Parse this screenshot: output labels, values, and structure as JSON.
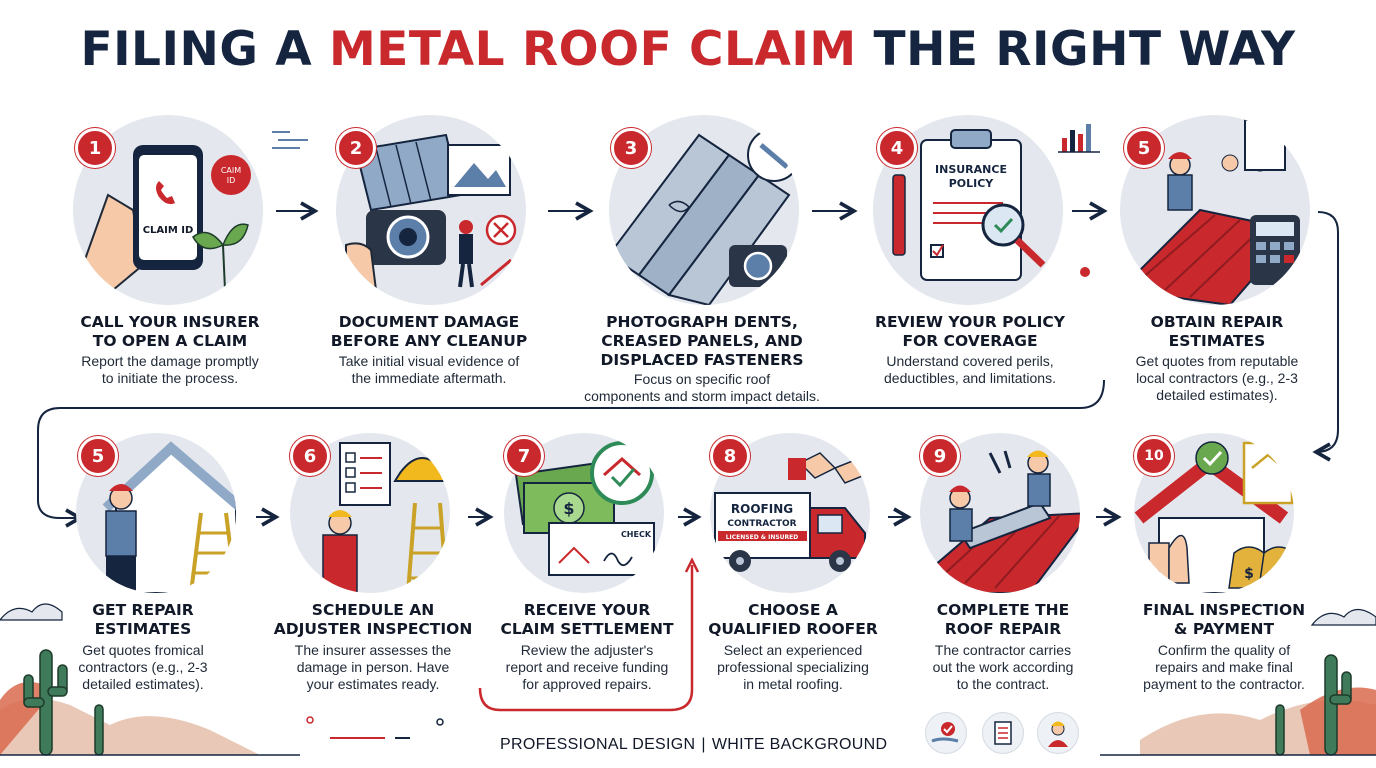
{
  "title": {
    "part1": "FILING A ",
    "accent": "METAL ROOF CLAIM",
    "part2": " THE RIGHT WAY"
  },
  "steps_top": [
    {
      "number": "1",
      "title": "CALL YOUR INSURER\nTO OPEN A CLAIM",
      "desc": "Report the damage promptly\nto initiate the process.",
      "icon": "phone-claim-icon",
      "phone_label": "CLAIM ID",
      "bubble_label": "CAIM\nID"
    },
    {
      "number": "2",
      "title": "DOCUMENT DAMAGE\nBEFORE ANY CLEANUP",
      "desc": "Take initial visual evidence of\nthe immediate aftermath.",
      "icon": "camera-icon"
    },
    {
      "number": "3",
      "title": "PHOTOGRAPH DENTS,\nCREASED PANELS, AND\nDISPLACED FASTENERS",
      "desc": "Focus on specific roof\ncomponents and storm impact details.",
      "icon": "dented-panel-icon"
    },
    {
      "number": "4",
      "title": "REVIEW YOUR POLICY\nFOR COVERAGE",
      "desc": "Understand covered perils,\ndeductibles, and limitations.",
      "icon": "insurance-policy-icon",
      "doc_label": "INSURANCE\nPOLICY"
    },
    {
      "number": "5",
      "title": "OBTAIN REPAIR\nESTIMATES",
      "desc": "Get quotes from reputable\nlocal contractors (e.g., 2-3\ndetailed estimates).",
      "icon": "roofer-calculator-icon"
    }
  ],
  "steps_bottom": [
    {
      "number": "5",
      "title": "GET REPAIR\nESTIMATES",
      "desc": "Get quotes fromical\ncontractors (e.g., 2-3\ndetailed estimates).",
      "icon": "contractor-house-icon"
    },
    {
      "number": "6",
      "title": "SCHEDULE AN\nADJUSTER INSPECTION",
      "desc": "The insurer assesses the\ndamage in person. Have\nyour estimates ready.",
      "icon": "adjuster-icon"
    },
    {
      "number": "7",
      "title": "RECEIVE YOUR\nCLAIM SETTLEMENT",
      "desc": "Review the adjuster's\nreport and receive funding\nfor approved repairs.",
      "icon": "check-money-icon",
      "check_label": "CHECK"
    },
    {
      "number": "8",
      "title": "CHOOSE A\nQUALIFIED ROOFER",
      "desc": "Select an experienced\nprofessional specializing\nin metal roofing.",
      "icon": "roofing-truck-icon",
      "truck_label_1": "ROOFING",
      "truck_label_2": "CONTRACTOR",
      "truck_label_3": "LICENSED & INSURED"
    },
    {
      "number": "9",
      "title": "COMPLETE THE\nROOF REPAIR",
      "desc": "The contractor carries\nout the work according\nto the contract.",
      "icon": "roof-repair-icon"
    },
    {
      "number": "10",
      "title": "FINAL INSPECTION\n& PAYMENT",
      "desc": "Confirm the quality of\nrepairs and make final\npayment to the contractor.",
      "icon": "final-payment-icon"
    }
  ],
  "footer": {
    "left": "PROFESSIONAL DESIGN",
    "separator": "|",
    "right": "WHITE BACKGROUND"
  },
  "colors": {
    "accent": "#c9282d",
    "navy": "#15253f",
    "circle": "#e4e8ee"
  }
}
